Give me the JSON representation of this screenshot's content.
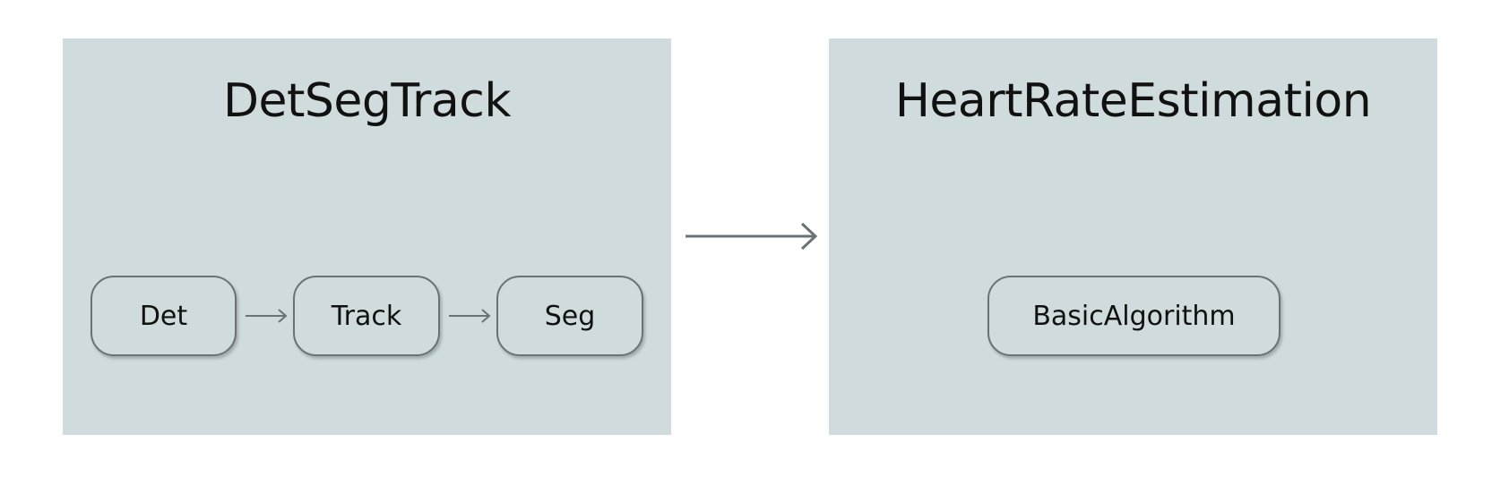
{
  "diagram": {
    "panels": [
      {
        "title": "DetSegTrack",
        "nodes": [
          "Det",
          "Track",
          "Seg"
        ]
      },
      {
        "title": "HeartRateEstimation",
        "nodes": [
          "BasicAlgorithm"
        ]
      }
    ],
    "colors": {
      "panel_fill": "#d0dbdd",
      "node_border": "#6b7273",
      "arrow": "#6b7273",
      "text": "#111111"
    }
  }
}
